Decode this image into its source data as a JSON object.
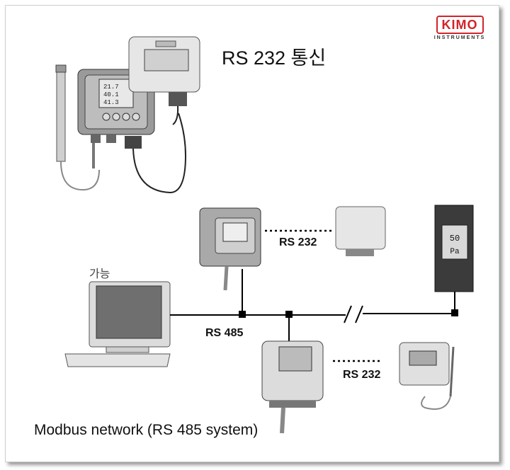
{
  "logo": {
    "brand": "KIMO",
    "sub": "INSTRUMENTS"
  },
  "title": "RS 232 통신",
  "labels": {
    "rs232_top": "RS 232",
    "rs485": "RS 485",
    "rs232_bottom": "RS 232"
  },
  "screen_values": {
    "line1": "21.7",
    "line2": "40.1",
    "line3": "41.3"
  },
  "panel_display": {
    "top": "50",
    "unit": "Pa"
  },
  "fragment_text": "가능",
  "caption": "Modbus network (RS 485 system)"
}
